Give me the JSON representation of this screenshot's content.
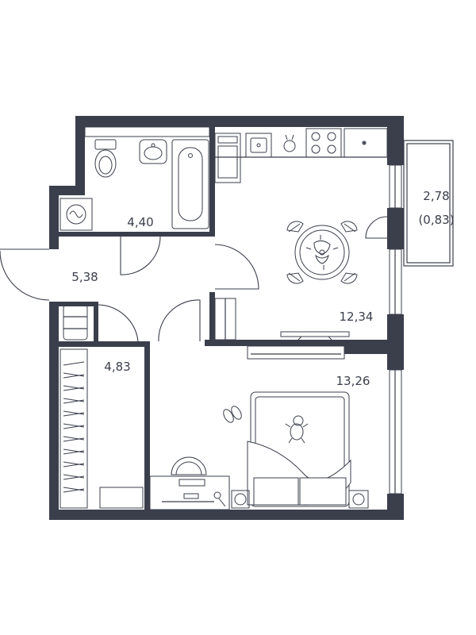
{
  "rooms": {
    "bathroom": {
      "area": "4,40"
    },
    "hall": {
      "area": "5,38"
    },
    "closet": {
      "area": "4,83"
    },
    "kitchen": {
      "area": "12,34"
    },
    "bedroom": {
      "area": "13,26"
    },
    "balcony": {
      "area": "2,78",
      "reduced_area": "(0,83)"
    }
  },
  "colors": {
    "wall": "#3b3f4c",
    "background": "#ffffff"
  }
}
